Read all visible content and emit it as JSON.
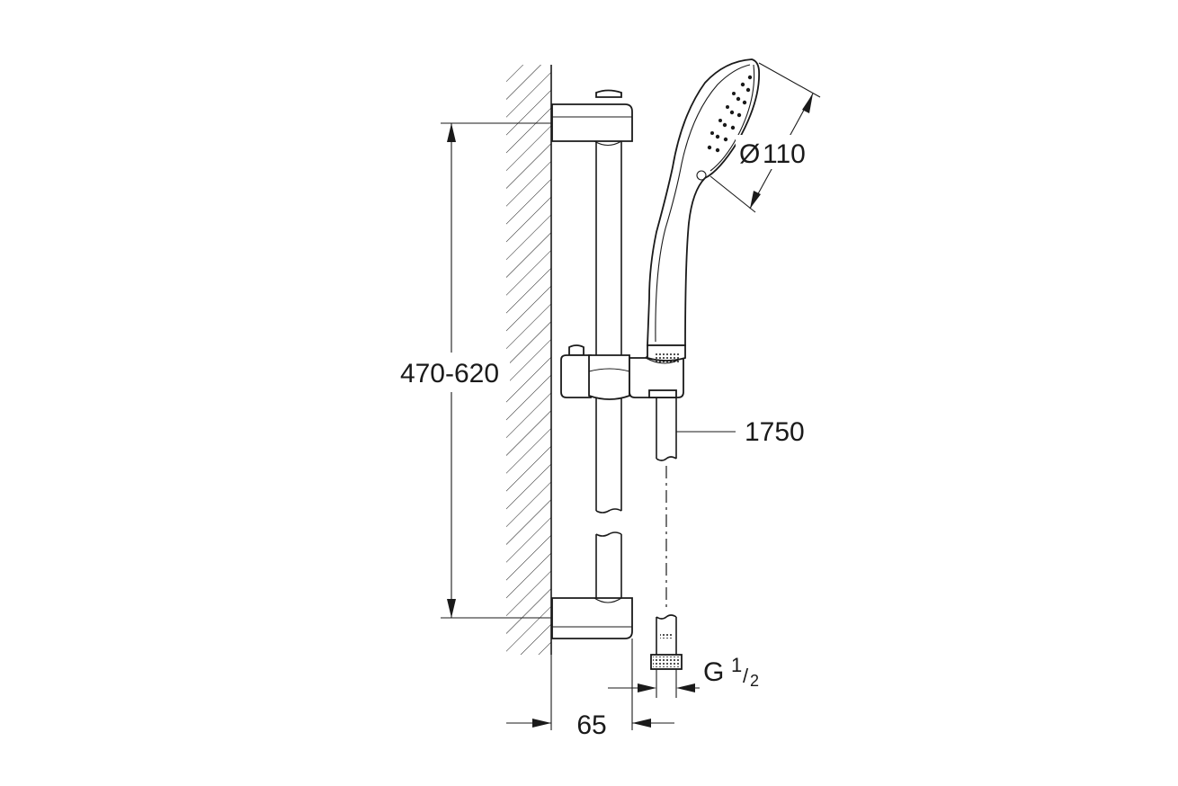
{
  "dimensions": {
    "rail_height": "470-620",
    "showerhead_diameter_symbol": "Ø",
    "showerhead_diameter": "110",
    "hose_length": "1750",
    "connection_prefix": "G",
    "connection_numerator": "1",
    "connection_separator": "/",
    "connection_denominator": "2",
    "wall_offset": "65"
  }
}
